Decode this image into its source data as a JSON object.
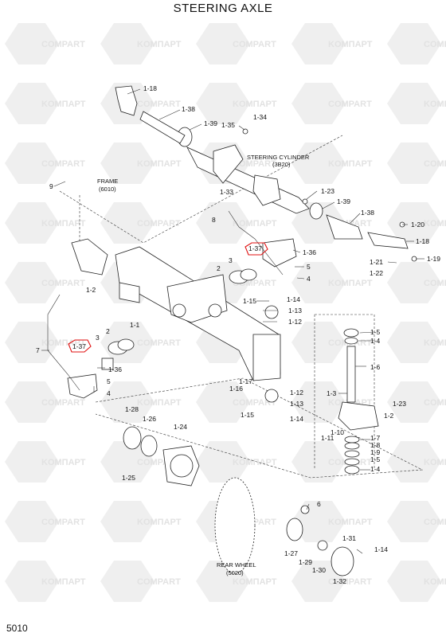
{
  "title": "STEERING AXLE",
  "page_number": "5010",
  "watermarks": [
    "COMPART",
    "KOMПАРТ"
  ],
  "highlight_color": "#e01010",
  "callouts": [
    {
      "id": "1-18",
      "text": "1-18"
    },
    {
      "id": "1-38a",
      "text": "1-38"
    },
    {
      "id": "1-39a",
      "text": "1-39"
    },
    {
      "id": "1-35",
      "text": "1-35"
    },
    {
      "id": "1-34",
      "text": "1-34"
    },
    {
      "id": "1-33",
      "text": "1-33"
    },
    {
      "id": "1-23a",
      "text": "1-23"
    },
    {
      "id": "1-39b",
      "text": "1-39"
    },
    {
      "id": "1-38b",
      "text": "1-38"
    },
    {
      "id": "1-20",
      "text": "1-20"
    },
    {
      "id": "1-18b",
      "text": "1-18"
    },
    {
      "id": "1-21",
      "text": "1-21"
    },
    {
      "id": "1-19",
      "text": "1-19"
    },
    {
      "id": "1-22",
      "text": "1-22"
    },
    {
      "id": "9",
      "text": "9"
    },
    {
      "id": "8",
      "text": "8"
    },
    {
      "id": "1-37a",
      "text": "1-37"
    },
    {
      "id": "1-36a",
      "text": "1-36"
    },
    {
      "id": "3a",
      "text": "3"
    },
    {
      "id": "2a",
      "text": "2"
    },
    {
      "id": "5a",
      "text": "5"
    },
    {
      "id": "4a",
      "text": "4"
    },
    {
      "id": "1-2a",
      "text": "1-2"
    },
    {
      "id": "1-15a",
      "text": "1-15"
    },
    {
      "id": "1-14a",
      "text": "1-14"
    },
    {
      "id": "1-13a",
      "text": "1-13"
    },
    {
      "id": "1-12a",
      "text": "1-12"
    },
    {
      "id": "1-1",
      "text": "1-1"
    },
    {
      "id": "2b",
      "text": "2"
    },
    {
      "id": "3b",
      "text": "3"
    },
    {
      "id": "7",
      "text": "7"
    },
    {
      "id": "1-37b",
      "text": "1-37"
    },
    {
      "id": "1-36b",
      "text": "1-36"
    },
    {
      "id": "5b",
      "text": "5"
    },
    {
      "id": "4b",
      "text": "4"
    },
    {
      "id": "1-17",
      "text": "1-17"
    },
    {
      "id": "1-16",
      "text": "1-16"
    },
    {
      "id": "1-12b",
      "text": "1-12"
    },
    {
      "id": "1-13b",
      "text": "1-13"
    },
    {
      "id": "1-15b",
      "text": "1-15"
    },
    {
      "id": "1-14b",
      "text": "1-14"
    },
    {
      "id": "1-5a",
      "text": "1-5"
    },
    {
      "id": "1-4a",
      "text": "1-4"
    },
    {
      "id": "1-6",
      "text": "1-6"
    },
    {
      "id": "1-3",
      "text": "1-3"
    },
    {
      "id": "1-23b",
      "text": "1-23"
    },
    {
      "id": "1-2b",
      "text": "1-2"
    },
    {
      "id": "1-10",
      "text": "1-10"
    },
    {
      "id": "1-11",
      "text": "1-11"
    },
    {
      "id": "1-7",
      "text": "1-7"
    },
    {
      "id": "1-8",
      "text": "1-8"
    },
    {
      "id": "1-9",
      "text": "1-9"
    },
    {
      "id": "1-5b",
      "text": "1-5"
    },
    {
      "id": "1-4b",
      "text": "1-4"
    },
    {
      "id": "1-28",
      "text": "1-28"
    },
    {
      "id": "1-26",
      "text": "1-26"
    },
    {
      "id": "1-24",
      "text": "1-24"
    },
    {
      "id": "1-25",
      "text": "1-25"
    },
    {
      "id": "6",
      "text": "6"
    },
    {
      "id": "1-31",
      "text": "1-31"
    },
    {
      "id": "1-14c",
      "text": "1-14"
    },
    {
      "id": "1-27",
      "text": "1-27"
    },
    {
      "id": "1-29",
      "text": "1-29"
    },
    {
      "id": "1-30",
      "text": "1-30"
    },
    {
      "id": "1-32",
      "text": "1-32"
    }
  ],
  "notes": {
    "steering_cylinder": "STEERING CYLINDER",
    "steering_cylinder_code": "(3B20)",
    "frame": "FRAME",
    "frame_code": "(6010)",
    "rear_wheel": "REAR WHEEL",
    "rear_wheel_code": "(5020)"
  }
}
